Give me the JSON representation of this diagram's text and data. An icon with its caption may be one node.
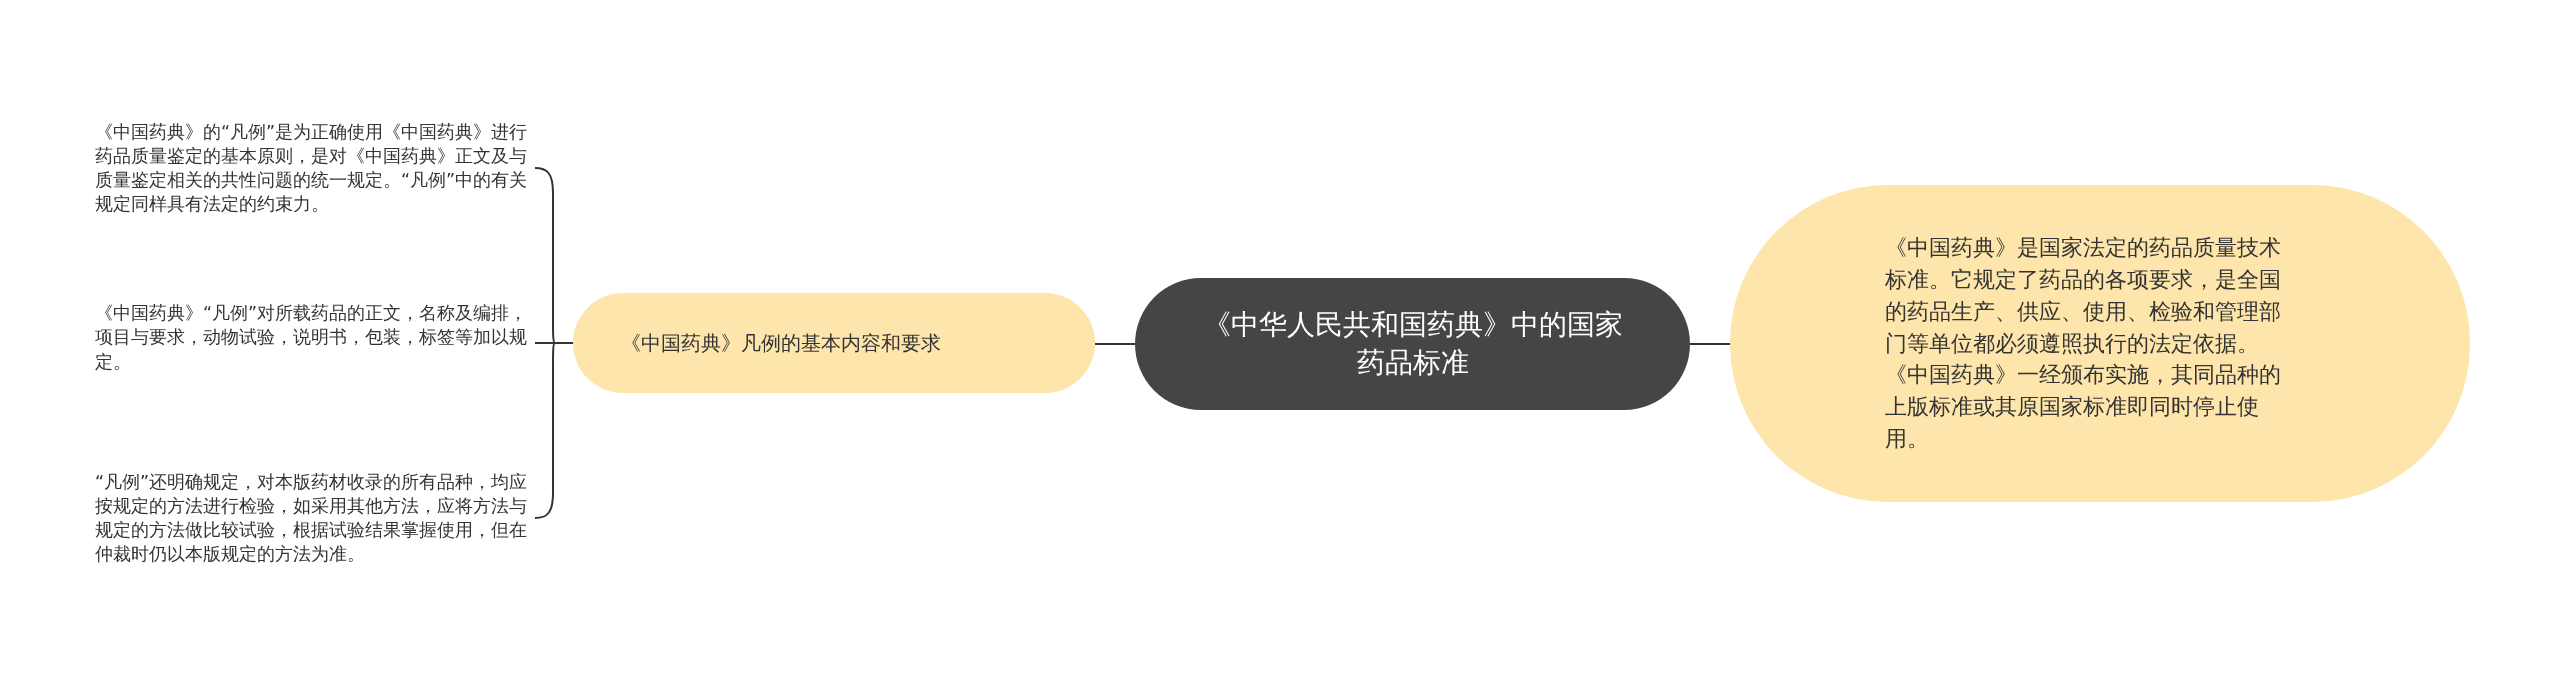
{
  "diagram": {
    "nodes": [
      {
        "text": [
          "《中华人民共和国药典》中的国家药品标准"
        ]
      },
      {
        "text": [
          "《中国药典》凡例的基本内容和要求"
        ]
      },
      {
        "text": [
          "《中国药典》是国家法定的药品质量技术标准。它规定了药品的各项要求，是全国的药品生产、供应、使用、检验和管理部门等单位都必须遵照执行的法定依据。《中国药典》一经颁布实施，其同品种的上版标准或其原国家标准即同时停止使用。"
        ]
      },
      {
        "text": [
          "《中国药典》的“凡例”是为正确使用《中国药典》进行药品质量鉴定的基本原则，是对《中国药典》正文及与质量鉴定相关的共性问题的统一规定。“凡例”中的有关规定同样具有法定的约束力。"
        ]
      },
      {
        "text": [
          "《中国药典》“凡例”对所载药品的正文，名称及编排，项目与要求，动物试验，说明书，包装，标签等加以规定。"
        ]
      },
      {
        "text": [
          "“凡例”还明确规定，对本版药材收录的所有品种，均应按规定的方法进行检验，如采用其他方法，应将方法与规定的方法做比较试验，根据试验结果掌握使用，但在仲裁时仍以本版规定的方法为准。"
        ]
      }
    ],
    "edges": [
      {
        "from": 0,
        "to": 1,
        "arrow": "none"
      },
      {
        "from": 0,
        "to": 2,
        "arrow": "none"
      },
      {
        "from": 1,
        "to": 3,
        "arrow": "none"
      },
      {
        "from": 1,
        "to": 4,
        "arrow": "none"
      },
      {
        "from": 1,
        "to": 5,
        "arrow": "none"
      }
    ]
  }
}
